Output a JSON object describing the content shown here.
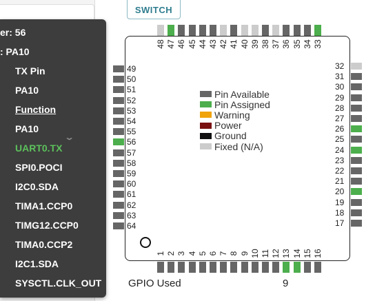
{
  "toolbar": {
    "switch_label": "SWITCH"
  },
  "tooltip": {
    "pin_number_line": "er: 56",
    "pin_line": ":   PA10",
    "tx_pin": "TX Pin",
    "tx_pin_value": "PA10",
    "function_header": "Function",
    "function_pin": "PA10",
    "functions": [
      "UART0.TX",
      "SPI0.POCI",
      "I2C0.SDA",
      "TIMA1.CCP0",
      "TIMG12.CCP0",
      "TIMA0.CCP2",
      "I2C1.SDA",
      "SYSCTL.CLK_OUT"
    ]
  },
  "legend": [
    {
      "label": "Pin Available",
      "color": "#666666"
    },
    {
      "label": "Pin Assigned",
      "color": "#4cae4c"
    },
    {
      "label": "Warning",
      "color": "#f0a30a"
    },
    {
      "label": "Power",
      "color": "#7a1010"
    },
    {
      "label": "Ground",
      "color": "#111111"
    },
    {
      "label": "Fixed (N/A)",
      "color": "#cccccc"
    }
  ],
  "colors": {
    "available": "#666666",
    "assigned": "#4cae4c",
    "fixed": "#cccccc"
  },
  "pins": {
    "bottom": [
      "1",
      "2",
      "3",
      "4",
      "5",
      "6",
      "7",
      "8",
      "9",
      "10",
      "11",
      "12",
      "13",
      "14",
      "15",
      "16"
    ],
    "right": [
      "17",
      "18",
      "19",
      "20",
      "21",
      "22",
      "23",
      "24",
      "25",
      "26",
      "27",
      "28",
      "29",
      "30",
      "31",
      "32"
    ],
    "top": [
      "33",
      "34",
      "35",
      "36",
      "37",
      "38",
      "39",
      "40",
      "41",
      "42",
      "43",
      "44",
      "45",
      "46",
      "47",
      "48"
    ],
    "left": [
      "49",
      "50",
      "51",
      "52",
      "53",
      "54",
      "55",
      "56",
      "57",
      "58",
      "59",
      "60",
      "61",
      "62",
      "63",
      "64"
    ]
  },
  "pin_states": {
    "assigned": [
      "13",
      "14",
      "20",
      "24",
      "26",
      "33",
      "47",
      "56"
    ],
    "fixed": [
      "32",
      "37",
      "39",
      "40",
      "42",
      "48"
    ]
  },
  "footer": {
    "label": "GPIO Used",
    "value": "9"
  }
}
